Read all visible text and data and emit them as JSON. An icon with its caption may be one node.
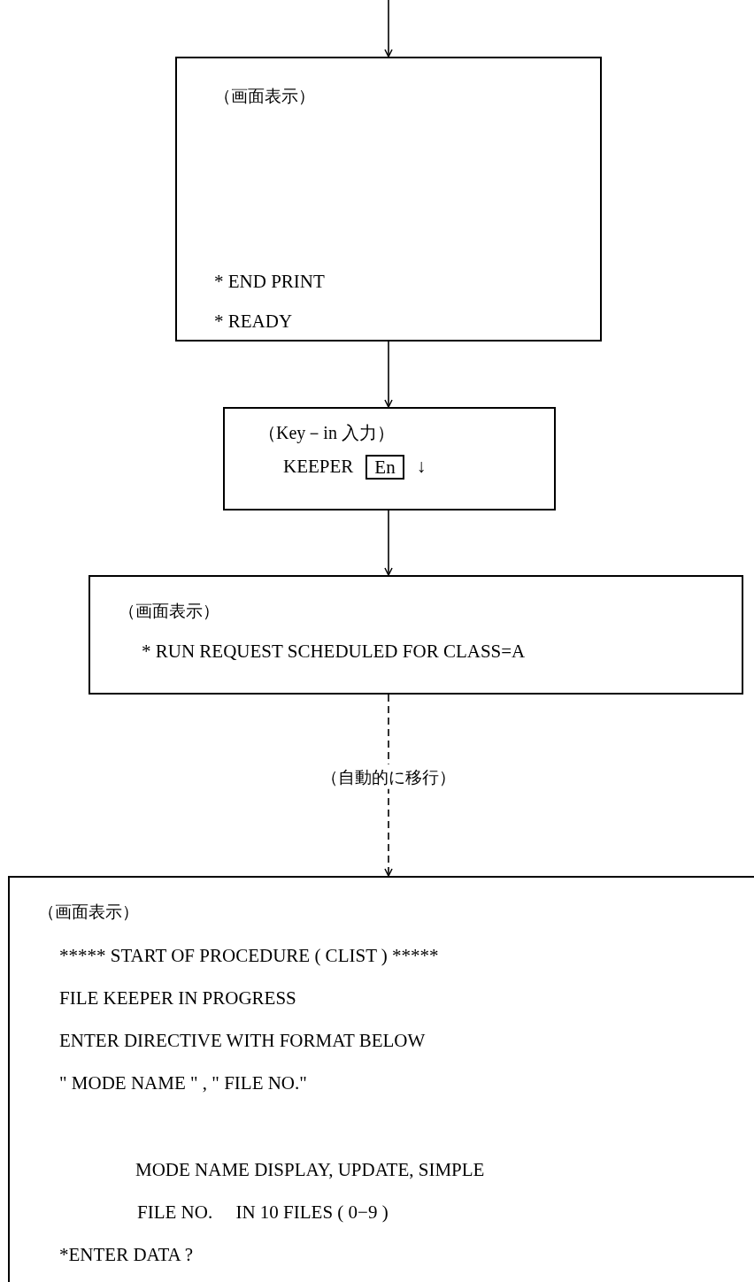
{
  "diagram": {
    "nodes": [
      {
        "text": [
          "（画面表示）",
          "* END PRINT",
          "* READY"
        ]
      },
      {
        "text": [
          "（Key－in 入力）",
          "KEEPER",
          "↓"
        ]
      },
      {
        "text": [
          "En"
        ],
        "in": 1
      },
      {
        "text": [
          "（画面表示）",
          "* RUN REQUEST SCHEDULED FOR CLASS=A"
        ]
      },
      {
        "text": [
          "（画面表示）",
          "***** START OF PROCEDURE ( CLIST ) *****",
          "FILE KEEPER IN PROGRESS",
          "ENTER DIRECTIVE WITH FORMAT BELOW",
          "\" MODE NAME \" , \" FILE NO.\"",
          "MODE NAME DISPLAY, UPDATE, SIMPLE",
          "FILE NO.　 IN 10 FILES ( 0−9 )",
          "*ENTER DATA ?"
        ]
      }
    ],
    "edges": [
      {
        "from": null,
        "to": 0,
        "arrow": "to"
      },
      {
        "from": 0,
        "to": 1,
        "arrow": "to"
      },
      {
        "from": 1,
        "to": 3,
        "arrow": "to"
      },
      {
        "from": 3,
        "to": 4,
        "arrow": "to",
        "style": "dashed",
        "label": "（自動的に移行）"
      }
    ]
  }
}
